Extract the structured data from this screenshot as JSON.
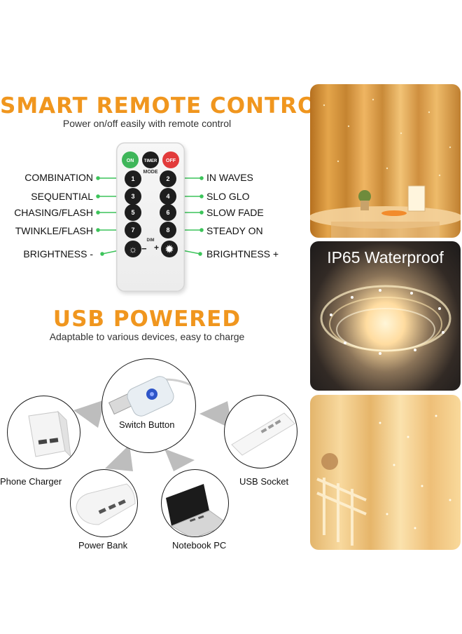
{
  "remote_section": {
    "title": "SMART REMOTE CONTROL",
    "subtitle": "Power on/off easily with remote control",
    "remote": {
      "on": "ON",
      "timer": "TIMER",
      "off": "OFF",
      "mode": "MODE",
      "dim": "DIM",
      "dim_minus": "−",
      "dim_plus": "+",
      "keys": [
        "1",
        "2",
        "3",
        "4",
        "5",
        "6",
        "7",
        "8"
      ]
    },
    "labels_left": [
      "COMBINATION",
      "SEQUENTIAL",
      "CHASING/FLASH",
      "TWINKLE/FLASH",
      "BRIGHTNESS -"
    ],
    "labels_right": [
      "IN WAVES",
      "SLO GLO",
      "SLOW FADE",
      "STEADY ON",
      "BRIGHTNESS +"
    ],
    "line_color": "#3cc45a"
  },
  "usb_section": {
    "title": "USB POWERED",
    "subtitle": "Adaptable to various devices, easy to charge",
    "devices": {
      "switch": "Switch Button",
      "charger": "Phone Charger",
      "socket": "USB Socket",
      "powerbank": "Power Bank",
      "notebook": "Notebook PC"
    }
  },
  "photos": {
    "waterproof_label": "IP65 Waterproof"
  },
  "colors": {
    "accent": "#f0961e",
    "btn_on": "#3fb65a",
    "btn_off": "#e23b3b"
  }
}
